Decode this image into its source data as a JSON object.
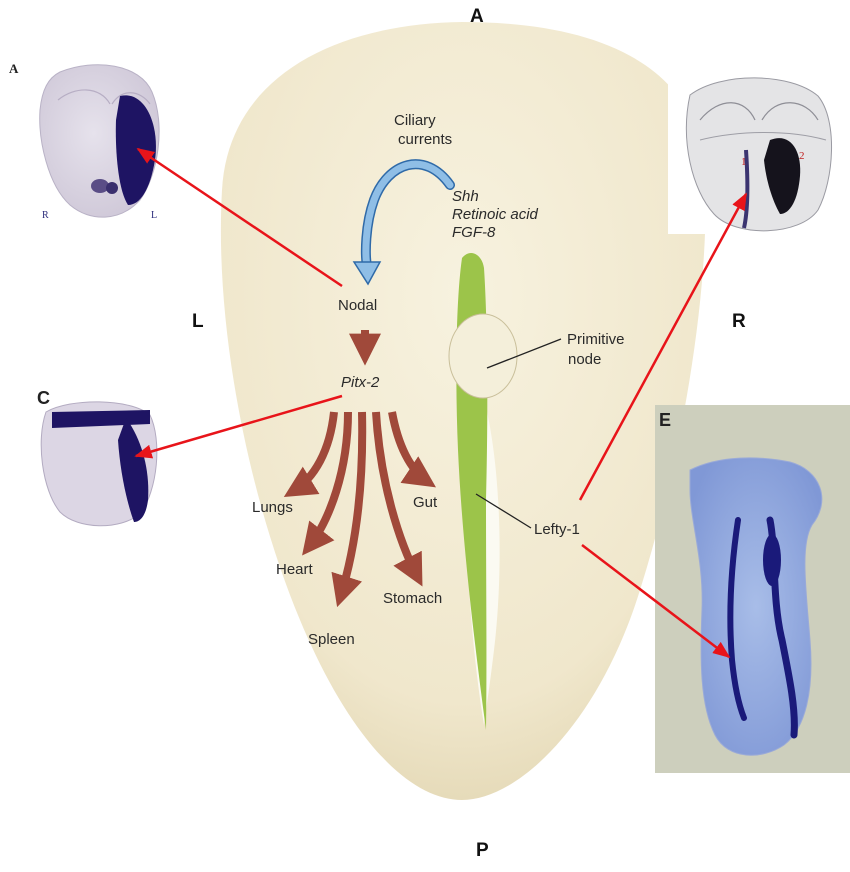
{
  "axes": {
    "anterior": "A",
    "posterior": "P",
    "left": "L",
    "right": "R"
  },
  "signals": {
    "ciliary": [
      "Ciliary",
      "currents"
    ],
    "factors": [
      "Shh",
      "Retinoic acid",
      "FGF-8"
    ],
    "nodal": "Nodal",
    "pitx2": "Pitx-2",
    "primitive_node": [
      "Primitive",
      "node"
    ],
    "lefty": "Lefty-1"
  },
  "organs": {
    "lungs": "Lungs",
    "heart": "Heart",
    "spleen": "Spleen",
    "stomach": "Stomach",
    "gut": "Gut"
  },
  "panels": {
    "a": {
      "letter": "A",
      "left_mark": "R",
      "right_mark": "L"
    },
    "b": {
      "mark_1": "1",
      "mark_2": "2"
    },
    "c": {
      "letter": "C"
    },
    "e": {
      "letter": "E"
    }
  },
  "colors": {
    "embryo_fill": "#f2ebd2",
    "midline_green": "#9cc44a",
    "signal_arrow": "#a0493a",
    "cilia_arrow": "#7fb2dc",
    "callout_red": "#e8141a",
    "stain": "#1e1463"
  }
}
